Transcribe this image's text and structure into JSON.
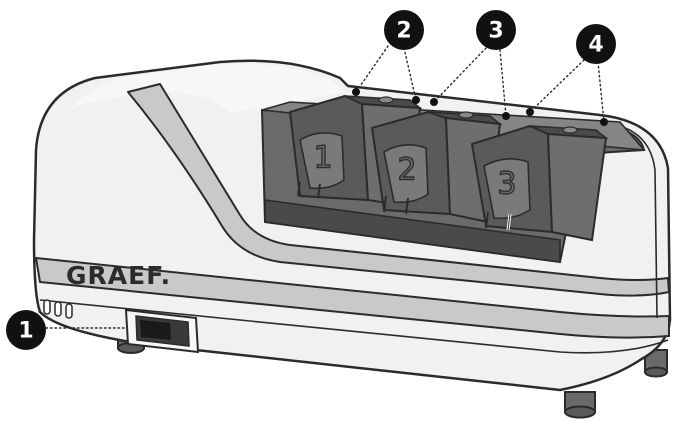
{
  "brand": {
    "name": "GRAEF."
  },
  "callouts": [
    {
      "id": "power-switch",
      "label": "1"
    },
    {
      "id": "stage-1-slot",
      "label": "2"
    },
    {
      "id": "stage-2-slot",
      "label": "3"
    },
    {
      "id": "stage-3-slot",
      "label": "4"
    }
  ],
  "slots": [
    {
      "label": "1"
    },
    {
      "label": "2"
    },
    {
      "label": "3"
    }
  ],
  "colors": {
    "outline": "#2b2b2b",
    "body": "#f1f1f1",
    "stripe": "#c9c9c9",
    "guide": "#6a6a6a",
    "guide_dark": "#4a4a4a",
    "callout": "#111111"
  }
}
